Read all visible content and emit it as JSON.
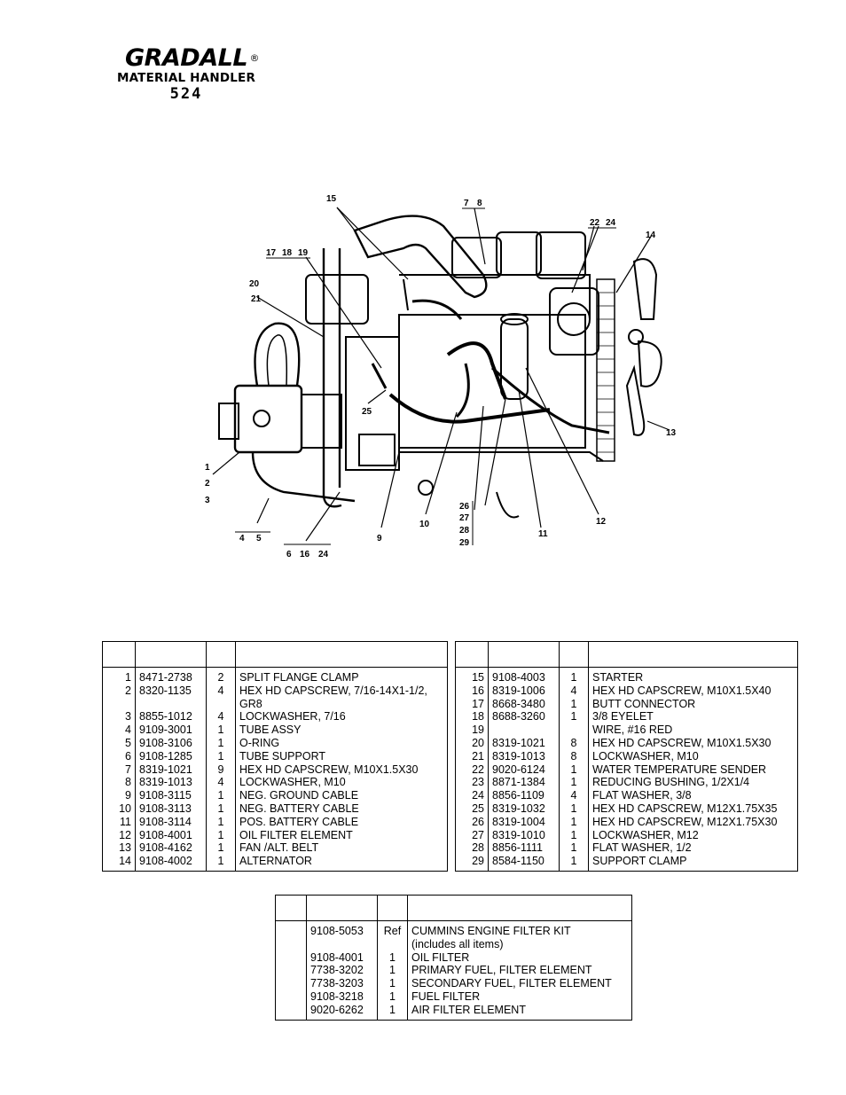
{
  "header": {
    "brand": "GRADALL",
    "registered": "®",
    "subtitle": "MATERIAL HANDLER",
    "model": "524"
  },
  "diagram": {
    "callouts": [
      "15",
      "7",
      "8",
      "22",
      "24",
      "14",
      "17",
      "18",
      "19",
      "20",
      "21",
      "25",
      "13",
      "1",
      "2",
      "3",
      "4",
      "5",
      "6",
      "16",
      "24",
      "9",
      "10",
      "26",
      "27",
      "28",
      "29",
      "11",
      "12"
    ]
  },
  "table_left": {
    "rows": [
      {
        "ref": "1",
        "part": "8471-2738",
        "qty": "2",
        "desc": "SPLIT FLANGE CLAMP"
      },
      {
        "ref": "2",
        "part": "8320-1135",
        "qty": "4",
        "desc": "HEX HD CAPSCREW, 7/16-14X1-1/2,"
      },
      {
        "ref": "",
        "part": "",
        "qty": "",
        "desc": "GR8"
      },
      {
        "ref": "3",
        "part": "8855-1012",
        "qty": "4",
        "desc": "LOCKWASHER, 7/16"
      },
      {
        "ref": "4",
        "part": "9109-3001",
        "qty": "1",
        "desc": "TUBE ASSY"
      },
      {
        "ref": "5",
        "part": "9108-3106",
        "qty": "1",
        "desc": "O-RING"
      },
      {
        "ref": "6",
        "part": "9108-1285",
        "qty": "1",
        "desc": "TUBE SUPPORT"
      },
      {
        "ref": "7",
        "part": "8319-1021",
        "qty": "9",
        "desc": "HEX HD CAPSCREW, M10X1.5X30"
      },
      {
        "ref": "8",
        "part": "8319-1013",
        "qty": "4",
        "desc": "LOCKWASHER, M10"
      },
      {
        "ref": "9",
        "part": "9108-3115",
        "qty": "1",
        "desc": "NEG. GROUND CABLE"
      },
      {
        "ref": "10",
        "part": "9108-3113",
        "qty": "1",
        "desc": "NEG. BATTERY CABLE"
      },
      {
        "ref": "11",
        "part": "9108-3114",
        "qty": "1",
        "desc": "POS. BATTERY CABLE"
      },
      {
        "ref": "12",
        "part": "9108-4001",
        "qty": "1",
        "desc": "OIL FILTER ELEMENT"
      },
      {
        "ref": "13",
        "part": "9108-4162",
        "qty": "1",
        "desc": "FAN /ALT. BELT"
      },
      {
        "ref": "14",
        "part": "9108-4002",
        "qty": "1",
        "desc": "ALTERNATOR"
      }
    ]
  },
  "table_right": {
    "rows": [
      {
        "ref": "15",
        "part": "9108-4003",
        "qty": "1",
        "desc": "STARTER"
      },
      {
        "ref": "16",
        "part": "8319-1006",
        "qty": "4",
        "desc": "HEX HD CAPSCREW, M10X1.5X40"
      },
      {
        "ref": "17",
        "part": "8668-3480",
        "qty": "1",
        "desc": "BUTT CONNECTOR"
      },
      {
        "ref": "18",
        "part": "8688-3260",
        "qty": "1",
        "desc": "3/8 EYELET"
      },
      {
        "ref": "19",
        "part": "",
        "qty": "",
        "desc": "WIRE, #16 RED"
      },
      {
        "ref": "20",
        "part": "8319-1021",
        "qty": "8",
        "desc": "HEX HD CAPSCREW, M10X1.5X30"
      },
      {
        "ref": "21",
        "part": "8319-1013",
        "qty": "8",
        "desc": "LOCKWASHER, M10"
      },
      {
        "ref": "22",
        "part": "9020-6124",
        "qty": "1",
        "desc": "WATER TEMPERATURE SENDER"
      },
      {
        "ref": "23",
        "part": "8871-1384",
        "qty": "1",
        "desc": "REDUCING BUSHING, 1/2X1/4"
      },
      {
        "ref": "24",
        "part": "8856-1109",
        "qty": "4",
        "desc": "FLAT WASHER, 3/8"
      },
      {
        "ref": "25",
        "part": "8319-1032",
        "qty": "1",
        "desc": "HEX HD CAPSCREW, M12X1.75X35"
      },
      {
        "ref": "26",
        "part": "8319-1004",
        "qty": "1",
        "desc": "HEX HD CAPSCREW, M12X1.75X30"
      },
      {
        "ref": "27",
        "part": "8319-1010",
        "qty": "1",
        "desc": "LOCKWASHER, M12"
      },
      {
        "ref": "28",
        "part": "8856-1111",
        "qty": "1",
        "desc": "FLAT WASHER, 1/2"
      },
      {
        "ref": "29",
        "part": "8584-1150",
        "qty": "1",
        "desc": "SUPPORT CLAMP"
      }
    ]
  },
  "table_kit": {
    "rows": [
      {
        "ref": "",
        "part": "9108-5053",
        "qty": "Ref",
        "desc": "CUMMINS ENGINE FILTER KIT"
      },
      {
        "ref": "",
        "part": "",
        "qty": "",
        "desc": "(includes all items)"
      },
      {
        "ref": "",
        "part": "9108-4001",
        "qty": "1",
        "desc": "OIL FILTER"
      },
      {
        "ref": "",
        "part": "7738-3202",
        "qty": "1",
        "desc": "PRIMARY FUEL, FILTER ELEMENT"
      },
      {
        "ref": "",
        "part": "7738-3203",
        "qty": "1",
        "desc": "SECONDARY FUEL, FILTER ELEMENT"
      },
      {
        "ref": "",
        "part": "9108-3218",
        "qty": "1",
        "desc": "FUEL FILTER"
      },
      {
        "ref": "",
        "part": "9020-6262",
        "qty": "1",
        "desc": "AIR FILTER ELEMENT"
      }
    ]
  }
}
